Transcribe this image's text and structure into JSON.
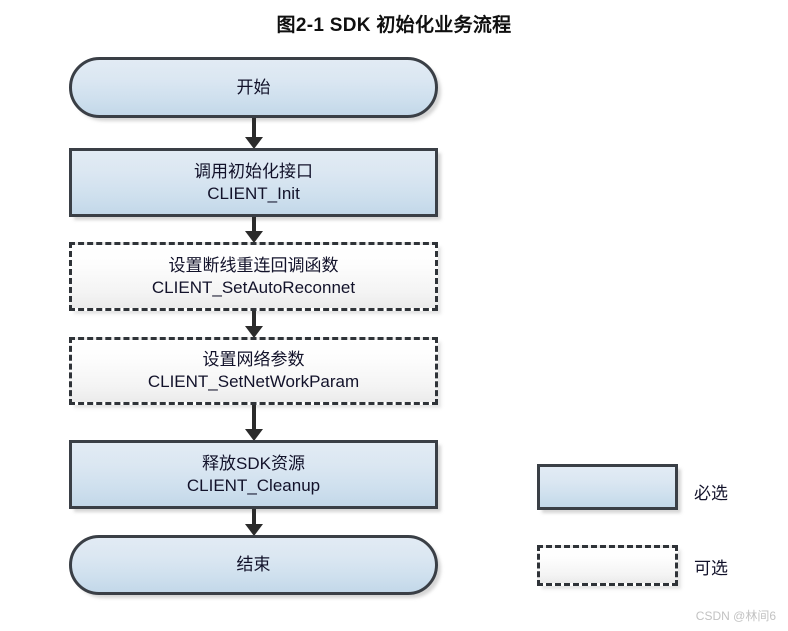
{
  "title": "图2-1  SDK 初始化业务流程",
  "colors": {
    "solid_fill_top": "#e2ebf4",
    "solid_fill_bottom": "#c3d8e9",
    "solid_border": "#3a3f46",
    "dashed_fill_top": "#ffffff",
    "dashed_fill_bottom": "#ebebeb",
    "dashed_border": "#2f3338",
    "arrow": "#2b2b2b",
    "text": "#12122a",
    "title": "#101010",
    "watermark": "#c2c2c2"
  },
  "flow": {
    "nodes": [
      {
        "id": "start",
        "shape": "stadium",
        "style": "solid",
        "line1": "开始",
        "line2": ""
      },
      {
        "id": "init",
        "shape": "rect",
        "style": "solid",
        "line1": "调用初始化接口",
        "line2": "CLIENT_Init"
      },
      {
        "id": "reconnect",
        "shape": "rect",
        "style": "dashed",
        "line1": "设置断线重连回调函数",
        "line2": "CLIENT_SetAutoReconnet"
      },
      {
        "id": "netparam",
        "shape": "rect",
        "style": "dashed",
        "line1": "设置网络参数",
        "line2": "CLIENT_SetNetWorkParam"
      },
      {
        "id": "cleanup",
        "shape": "rect",
        "style": "solid",
        "line1": "释放SDK资源",
        "line2": "CLIENT_Cleanup"
      },
      {
        "id": "end",
        "shape": "stadium",
        "style": "solid",
        "line1": "结束",
        "line2": ""
      }
    ],
    "connectors": [
      {
        "from": "start",
        "to": "init"
      },
      {
        "from": "init",
        "to": "reconnect"
      },
      {
        "from": "reconnect",
        "to": "netparam"
      },
      {
        "from": "netparam",
        "to": "cleanup"
      },
      {
        "from": "cleanup",
        "to": "end"
      }
    ]
  },
  "legend": {
    "required_label": "必选",
    "optional_label": "可选"
  },
  "watermark": "CSDN @林间6"
}
